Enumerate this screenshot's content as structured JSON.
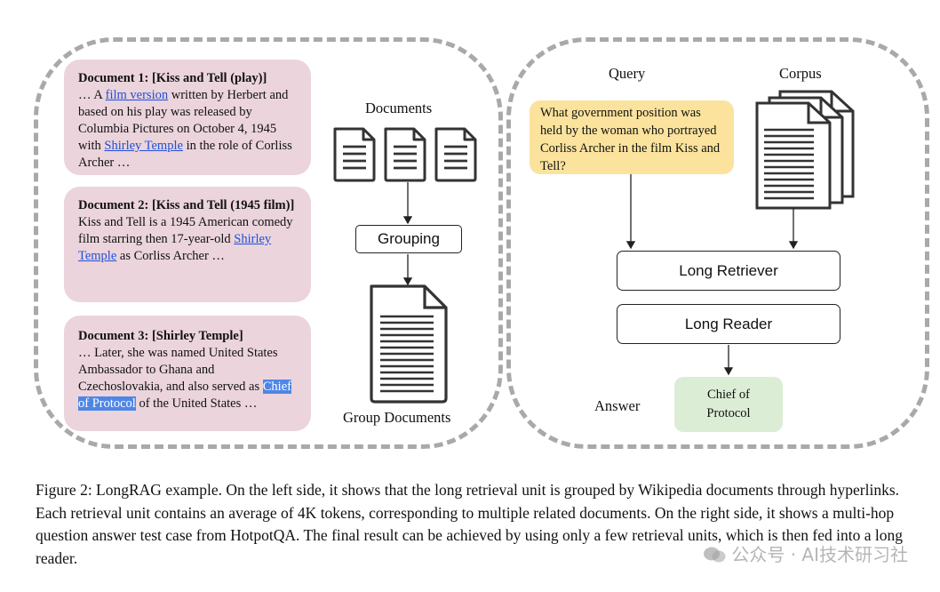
{
  "left": {
    "documents": [
      {
        "title": "Document 1: [Kiss and Tell (play)]",
        "parts": [
          {
            "text": "… A "
          },
          {
            "text": "film version",
            "link": true
          },
          {
            "text": " written by Herbert and based on his play was released by Columbia Pictures on October 4, 1945 with "
          },
          {
            "text": "Shirley Temple",
            "link": true
          },
          {
            "text": " in the role of Corliss Archer …"
          }
        ]
      },
      {
        "title": "Document 2: [Kiss and Tell (1945 film)]",
        "parts": [
          {
            "text": "Kiss and Tell is a 1945 American comedy film starring then 17-year-old "
          },
          {
            "text": "Shirley Temple",
            "link": true
          },
          {
            "text": " as Corliss Archer …"
          }
        ]
      },
      {
        "title": "Document 3: [Shirley Temple]",
        "parts": [
          {
            "text": "… Later, she was named United States Ambassador to Ghana and Czechoslovakia, and also served as "
          },
          {
            "text": "Chief of Protocol",
            "highlight": true
          },
          {
            "text": " of the United States …"
          }
        ]
      }
    ],
    "documents_label": "Documents",
    "grouping_label": "Grouping",
    "group_documents_label": "Group Documents"
  },
  "right": {
    "query_label": "Query",
    "corpus_label": "Corpus",
    "query_text": "What government position was held by the woman who portrayed Corliss Archer in the film Kiss and Tell?",
    "retriever_label": "Long Retriever",
    "reader_label": "Long Reader",
    "answer_label": "Answer",
    "answer_text": "Chief of Protocol"
  },
  "caption": "Figure 2: LongRAG example. On the left side, it shows that the long retrieval unit is grouped by Wikipedia documents through hyperlinks. Each retrieval unit contains an average of 4K tokens, corresponding to multiple related documents. On the right side, it shows a multi-hop question answer test case from HotpotQA. The final result can be achieved by using only a few retrieval units, which is then fed into a long reader.",
  "watermark": "公众号 · AI技术研习社",
  "colors": {
    "doc_card": "#ebd4dc",
    "query_box": "#fbe39d",
    "answer_box": "#dcedd5",
    "link": "#1f4fd8",
    "highlight": "#4f86e6",
    "dashed_border": "#a9a9a9"
  }
}
